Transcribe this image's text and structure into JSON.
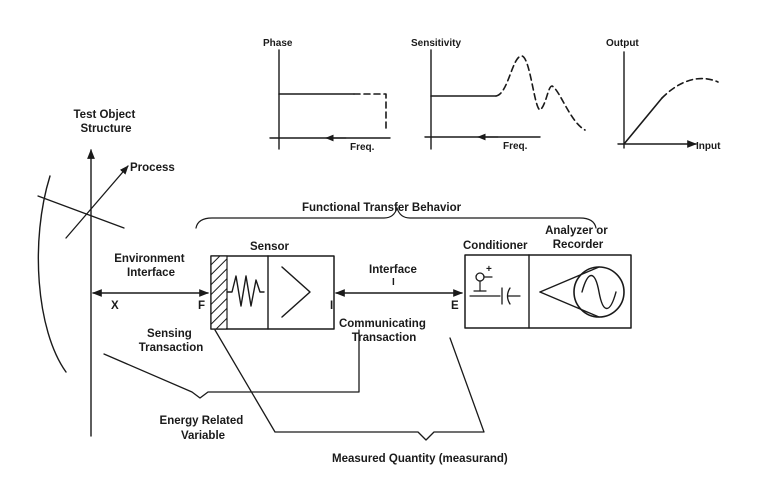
{
  "graphs": {
    "phase": {
      "ylabel": "Phase",
      "xlabel": "Freq."
    },
    "sensitivity": {
      "ylabel": "Sensitivity",
      "xlabel": "Freq."
    },
    "output": {
      "ylabel": "Output",
      "xlabel": "Input"
    }
  },
  "labels": {
    "test_object": [
      "Test Object",
      "Structure"
    ],
    "process": "Process",
    "functional_transfer": "Functional Transfer Behavior",
    "environment_interface": [
      "Environment",
      "Interface"
    ],
    "sensor": "Sensor",
    "interface_top": "Interface",
    "interface_i": "I",
    "conditioner": "Conditioner",
    "analyzer": [
      "Analyzer or",
      "Recorder"
    ],
    "x": "X",
    "f": "F",
    "i": "I",
    "e": "E",
    "sensing_transaction": [
      "Sensing",
      "Transaction"
    ],
    "communicating_transaction": [
      "Communicating",
      "Transaction"
    ],
    "energy_related_variable": [
      "Energy Related",
      "Variable"
    ],
    "measured_quantity": "Measured Quantity (measurand)"
  }
}
